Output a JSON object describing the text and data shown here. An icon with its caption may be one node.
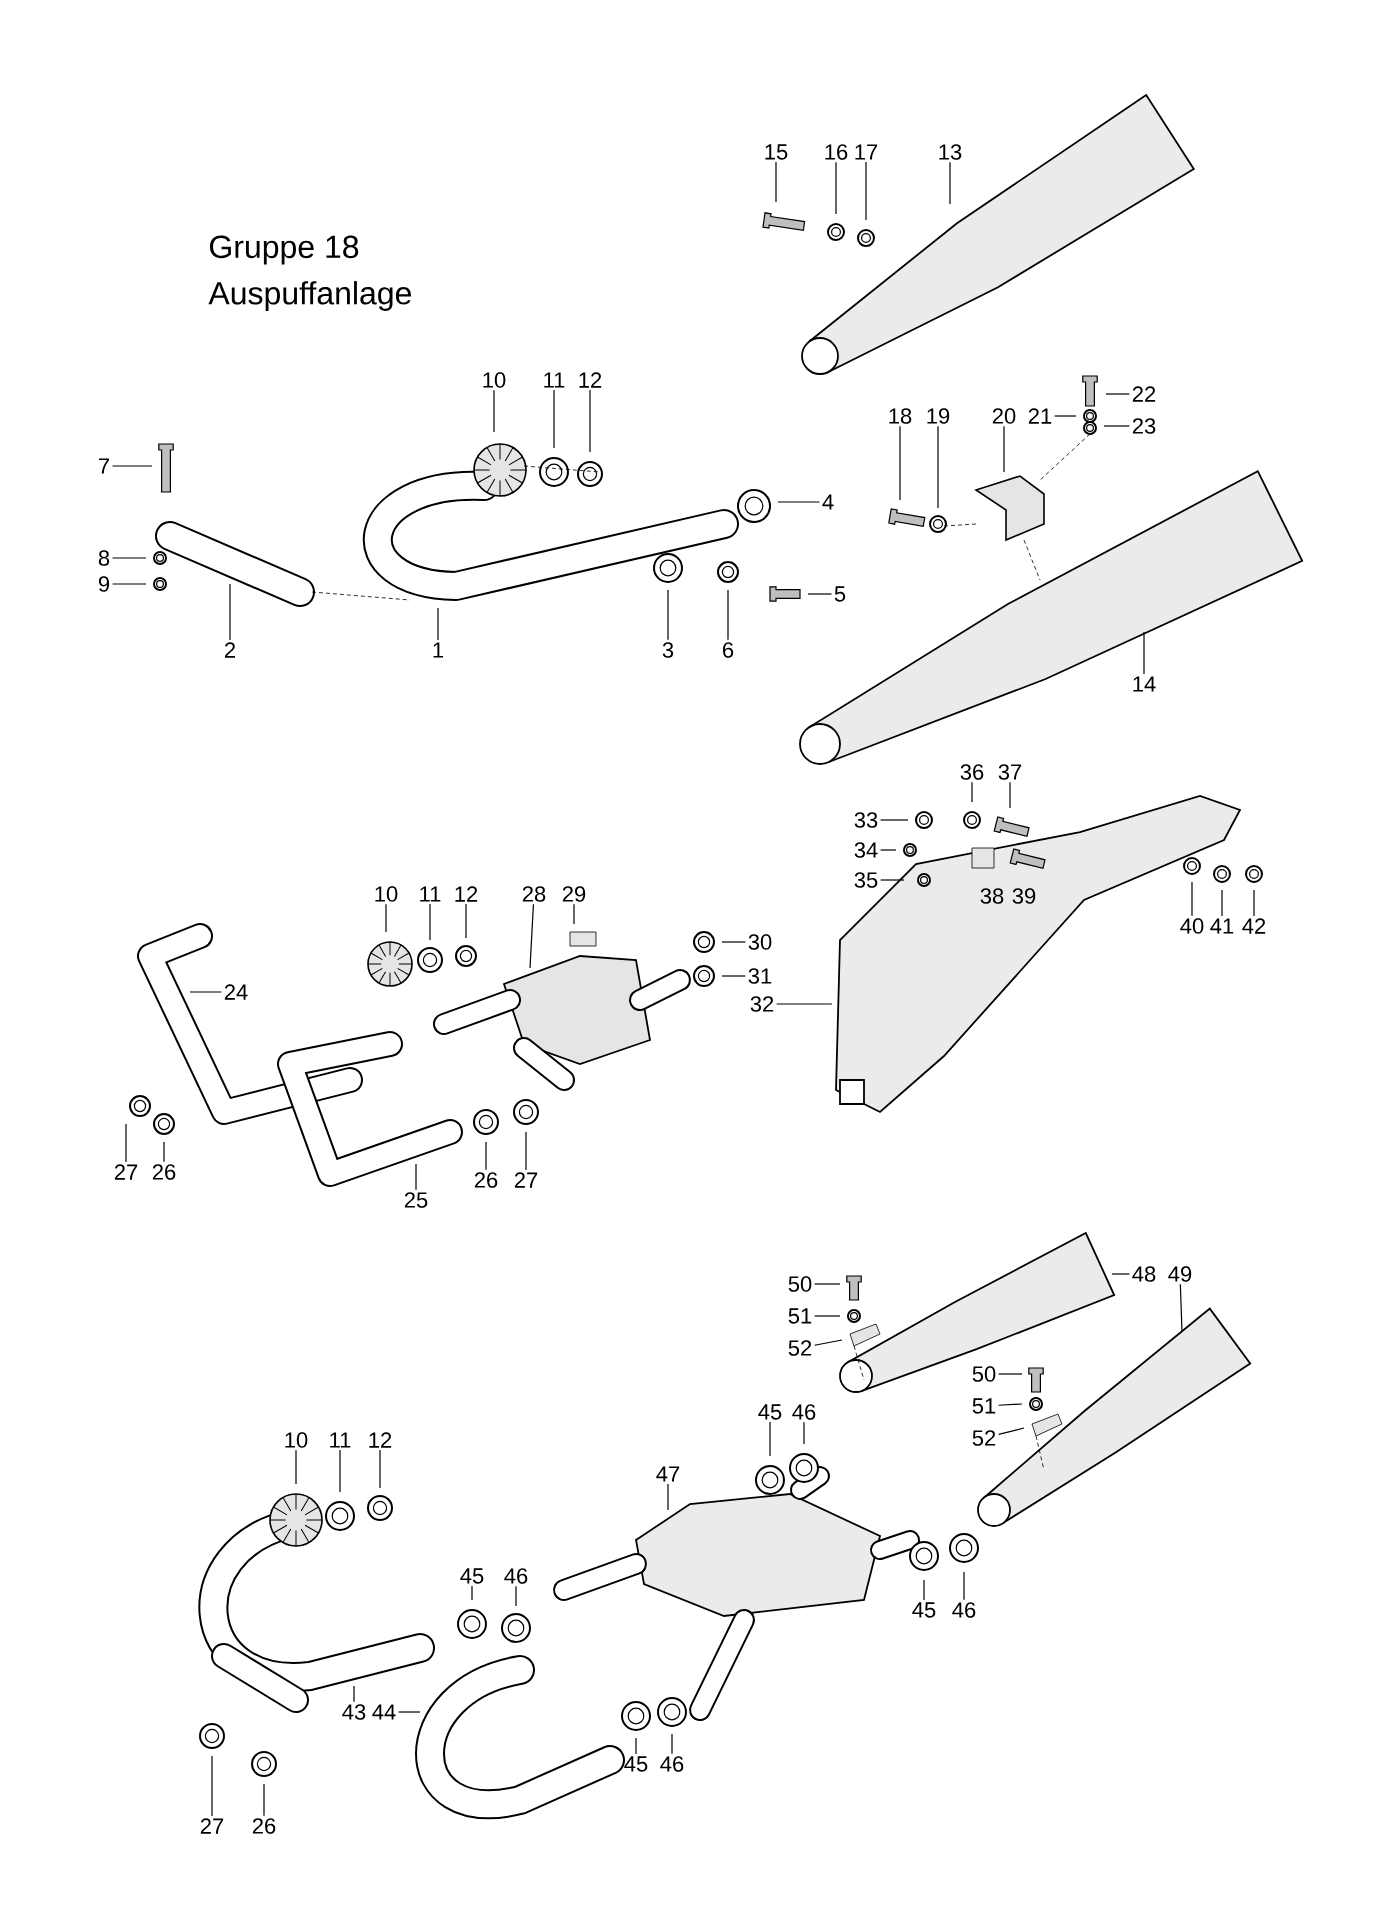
{
  "diagram": {
    "title": "Gruppe 18",
    "labels": [
      "Auspuffanlage"
    ],
    "nodes": [
      {
        "text": [
          "15"
        ]
      },
      {
        "text": [
          "16"
        ]
      },
      {
        "text": [
          "17"
        ]
      },
      {
        "text": [
          "13"
        ]
      },
      {
        "text": [
          "10"
        ]
      },
      {
        "text": [
          "11"
        ]
      },
      {
        "text": [
          "12"
        ]
      },
      {
        "text": [
          "22"
        ]
      },
      {
        "text": [
          "21"
        ]
      },
      {
        "text": [
          "23"
        ]
      },
      {
        "text": [
          "18"
        ]
      },
      {
        "text": [
          "19"
        ]
      },
      {
        "text": [
          "20"
        ]
      },
      {
        "text": [
          "7"
        ]
      },
      {
        "text": [
          "4"
        ]
      },
      {
        "text": [
          "8"
        ]
      },
      {
        "text": [
          "9"
        ]
      },
      {
        "text": [
          "5"
        ]
      },
      {
        "text": [
          "2"
        ]
      },
      {
        "text": [
          "1"
        ]
      },
      {
        "text": [
          "3"
        ]
      },
      {
        "text": [
          "6"
        ]
      },
      {
        "text": [
          "14"
        ]
      },
      {
        "text": [
          "36"
        ]
      },
      {
        "text": [
          "37"
        ]
      },
      {
        "text": [
          "33"
        ]
      },
      {
        "text": [
          "34"
        ]
      },
      {
        "text": [
          "35"
        ]
      },
      {
        "text": [
          "10"
        ]
      },
      {
        "text": [
          "11"
        ]
      },
      {
        "text": [
          "12"
        ]
      },
      {
        "text": [
          "28"
        ]
      },
      {
        "text": [
          "29"
        ]
      },
      {
        "text": [
          "30"
        ]
      },
      {
        "text": [
          "31"
        ]
      },
      {
        "text": [
          "38"
        ]
      },
      {
        "text": [
          "39"
        ]
      },
      {
        "text": [
          "40"
        ]
      },
      {
        "text": [
          "41"
        ]
      },
      {
        "text": [
          "42"
        ]
      },
      {
        "text": [
          "24"
        ]
      },
      {
        "text": [
          "32"
        ]
      },
      {
        "text": [
          "27"
        ]
      },
      {
        "text": [
          "26"
        ]
      },
      {
        "text": [
          "25"
        ]
      },
      {
        "text": [
          "26"
        ]
      },
      {
        "text": [
          "27"
        ]
      },
      {
        "text": [
          "48"
        ]
      },
      {
        "text": [
          "49"
        ]
      },
      {
        "text": [
          "50"
        ]
      },
      {
        "text": [
          "51"
        ]
      },
      {
        "text": [
          "52"
        ]
      },
      {
        "text": [
          "50"
        ]
      },
      {
        "text": [
          "51"
        ]
      },
      {
        "text": [
          "52"
        ]
      },
      {
        "text": [
          "45"
        ]
      },
      {
        "text": [
          "46"
        ]
      },
      {
        "text": [
          "47"
        ]
      },
      {
        "text": [
          "10"
        ]
      },
      {
        "text": [
          "11"
        ]
      },
      {
        "text": [
          "12"
        ]
      },
      {
        "text": [
          "45"
        ]
      },
      {
        "text": [
          "46"
        ]
      },
      {
        "text": [
          "45"
        ]
      },
      {
        "text": [
          "46"
        ]
      },
      {
        "text": [
          "43"
        ]
      },
      {
        "text": [
          "44"
        ]
      },
      {
        "text": [
          "45"
        ]
      },
      {
        "text": [
          "46"
        ]
      },
      {
        "text": [
          "27"
        ]
      },
      {
        "text": [
          "26"
        ]
      }
    ],
    "edges": [
      {
        "from": 0,
        "to": null,
        "arrow": "none"
      },
      {
        "from": 1,
        "to": null,
        "arrow": "none"
      },
      {
        "from": 2,
        "to": null,
        "arrow": "none"
      },
      {
        "from": 3,
        "to": null,
        "arrow": "none"
      },
      {
        "from": 4,
        "to": null,
        "arrow": "none"
      },
      {
        "from": 5,
        "to": null,
        "arrow": "none"
      },
      {
        "from": 6,
        "to": null,
        "arrow": "none"
      },
      {
        "from": 7,
        "to": null,
        "arrow": "none"
      },
      {
        "from": 8,
        "to": null,
        "arrow": "none"
      },
      {
        "from": 9,
        "to": null,
        "arrow": "none"
      },
      {
        "from": 10,
        "to": null,
        "arrow": "none"
      },
      {
        "from": 11,
        "to": null,
        "arrow": "none"
      },
      {
        "from": 12,
        "to": null,
        "arrow": "none"
      },
      {
        "from": 13,
        "to": null,
        "arrow": "none"
      },
      {
        "from": 14,
        "to": null,
        "arrow": "none"
      },
      {
        "from": 15,
        "to": null,
        "arrow": "none"
      },
      {
        "from": 16,
        "to": null,
        "arrow": "none"
      },
      {
        "from": 17,
        "to": null,
        "arrow": "none"
      },
      {
        "from": 18,
        "to": null,
        "arrow": "none"
      },
      {
        "from": 19,
        "to": null,
        "arrow": "none"
      },
      {
        "from": 20,
        "to": null,
        "arrow": "none"
      },
      {
        "from": 21,
        "to": null,
        "arrow": "none"
      },
      {
        "from": 22,
        "to": null,
        "arrow": "none"
      },
      {
        "from": 23,
        "to": null,
        "arrow": "none"
      },
      {
        "from": 24,
        "to": null,
        "arrow": "none"
      },
      {
        "from": 25,
        "to": null,
        "arrow": "none"
      },
      {
        "from": 26,
        "to": null,
        "arrow": "none"
      },
      {
        "from": 27,
        "to": null,
        "arrow": "none"
      },
      {
        "from": 28,
        "to": null,
        "arrow": "none"
      },
      {
        "from": 29,
        "to": null,
        "arrow": "none"
      },
      {
        "from": 30,
        "to": null,
        "arrow": "none"
      },
      {
        "from": 31,
        "to": null,
        "arrow": "none"
      },
      {
        "from": 32,
        "to": null,
        "arrow": "none"
      },
      {
        "from": 33,
        "to": null,
        "arrow": "none"
      },
      {
        "from": 34,
        "to": null,
        "arrow": "none"
      },
      {
        "from": 37,
        "to": null,
        "arrow": "none"
      },
      {
        "from": 38,
        "to": null,
        "arrow": "none"
      },
      {
        "from": 39,
        "to": null,
        "arrow": "none"
      },
      {
        "from": 40,
        "to": null,
        "arrow": "none"
      },
      {
        "from": 41,
        "to": null,
        "arrow": "none"
      },
      {
        "from": 42,
        "to": null,
        "arrow": "none"
      },
      {
        "from": 43,
        "to": null,
        "arrow": "none"
      },
      {
        "from": 44,
        "to": null,
        "arrow": "none"
      },
      {
        "from": 45,
        "to": null,
        "arrow": "none"
      },
      {
        "from": 46,
        "to": null,
        "arrow": "none"
      },
      {
        "from": 47,
        "to": null,
        "arrow": "none"
      },
      {
        "from": 48,
        "to": null,
        "arrow": "none"
      },
      {
        "from": 49,
        "to": null,
        "arrow": "none"
      },
      {
        "from": 50,
        "to": null,
        "arrow": "none"
      },
      {
        "from": 51,
        "to": null,
        "arrow": "none"
      },
      {
        "from": 52,
        "to": null,
        "arrow": "none"
      },
      {
        "from": 53,
        "to": null,
        "arrow": "none"
      },
      {
        "from": 54,
        "to": null,
        "arrow": "none"
      },
      {
        "from": 55,
        "to": null,
        "arrow": "none"
      },
      {
        "from": 56,
        "to": null,
        "arrow": "none"
      },
      {
        "from": 57,
        "to": null,
        "arrow": "none"
      },
      {
        "from": 58,
        "to": null,
        "arrow": "none"
      },
      {
        "from": 59,
        "to": null,
        "arrow": "none"
      },
      {
        "from": 60,
        "to": null,
        "arrow": "none"
      },
      {
        "from": 61,
        "to": null,
        "arrow": "none"
      },
      {
        "from": 62,
        "to": null,
        "arrow": "none"
      },
      {
        "from": 63,
        "to": null,
        "arrow": "none"
      },
      {
        "from": 64,
        "to": null,
        "arrow": "none"
      },
      {
        "from": 65,
        "to": null,
        "arrow": "none"
      },
      {
        "from": 66,
        "to": null,
        "arrow": "none"
      },
      {
        "from": 67,
        "to": null,
        "arrow": "none"
      },
      {
        "from": 68,
        "to": null,
        "arrow": "none"
      },
      {
        "from": 69,
        "to": null,
        "arrow": "none"
      },
      {
        "from": 70,
        "to": null,
        "arrow": "none"
      }
    ]
  }
}
